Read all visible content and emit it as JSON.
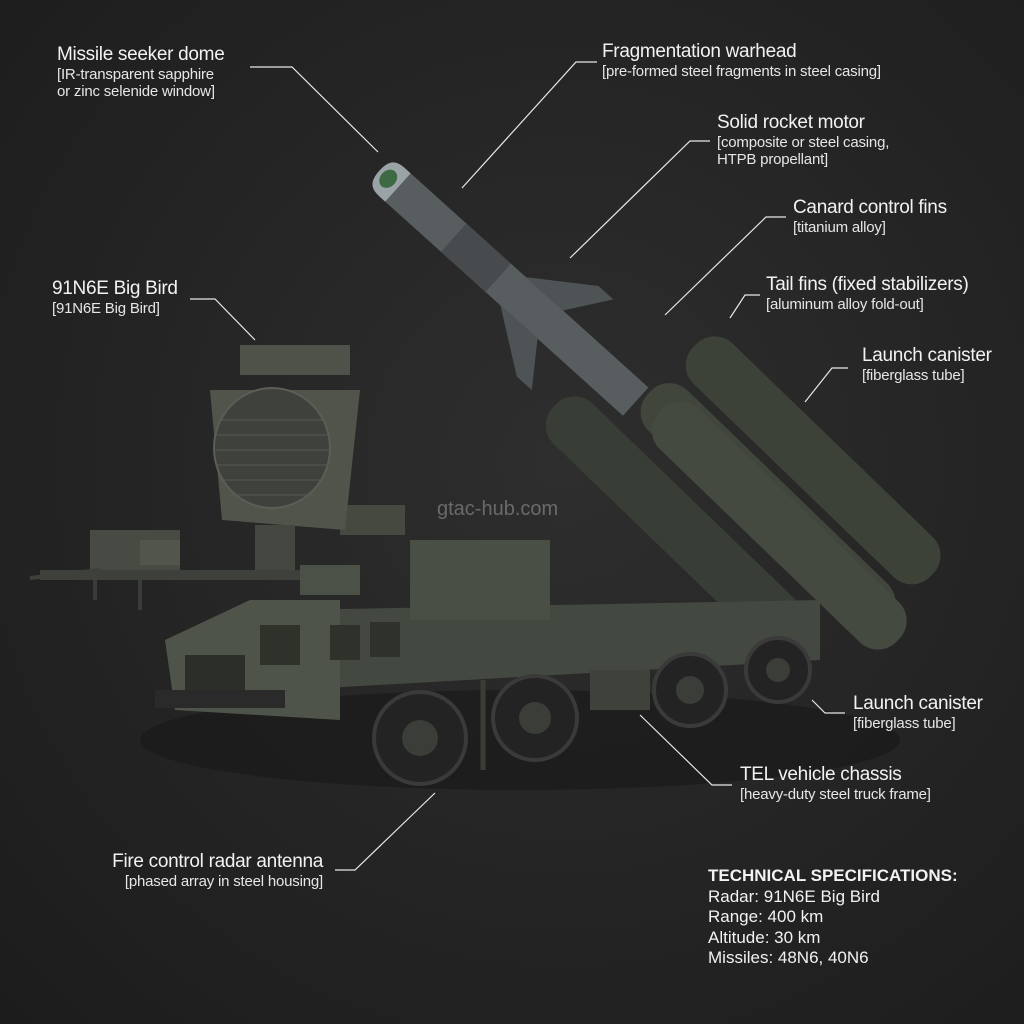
{
  "labels": {
    "seeker": {
      "title": "Missile seeker dome",
      "sub1": "[IR-transparent sapphire",
      "sub2": "or zinc selenide window]"
    },
    "warhead": {
      "title": "Fragmentation warhead",
      "sub1": "[pre-formed steel fragments in steel casing]"
    },
    "motor": {
      "title": "Solid rocket motor",
      "sub1": "[composite or steel casing,",
      "sub2": "HTPB propellant]"
    },
    "canard": {
      "title": "Canard control fins",
      "sub1": "[titanium alloy]"
    },
    "tail": {
      "title": "Tail fins (fixed stabilizers)",
      "sub1": "[aluminum alloy fold-out]"
    },
    "canister1": {
      "title": "Launch canister",
      "sub1": "[fiberglass tube]"
    },
    "radar": {
      "title": "91N6E Big Bird",
      "sub1": "[91N6E Big Bird]"
    },
    "canister2": {
      "title": "Launch canister",
      "sub1": "[fiberglass tube]"
    },
    "chassis": {
      "title": "TEL vehicle chassis",
      "sub1": "[heavy-duty steel truck frame]"
    },
    "fire_control": {
      "title": "Fire control radar antenna",
      "sub1": "[phased array in steel housing]"
    }
  },
  "watermark": "gtac-hub.com",
  "specs": {
    "heading": "TECHNICAL SPECIFICATIONS:",
    "lines": [
      "Radar: 91N6E Big Bird",
      "Range: 400 km",
      "Altitude: 30 km",
      "Missiles: 48N6, 40N6"
    ]
  },
  "colors": {
    "background": "#242424",
    "vehicle": "#4a4f45",
    "text": "#f2f2f2"
  }
}
